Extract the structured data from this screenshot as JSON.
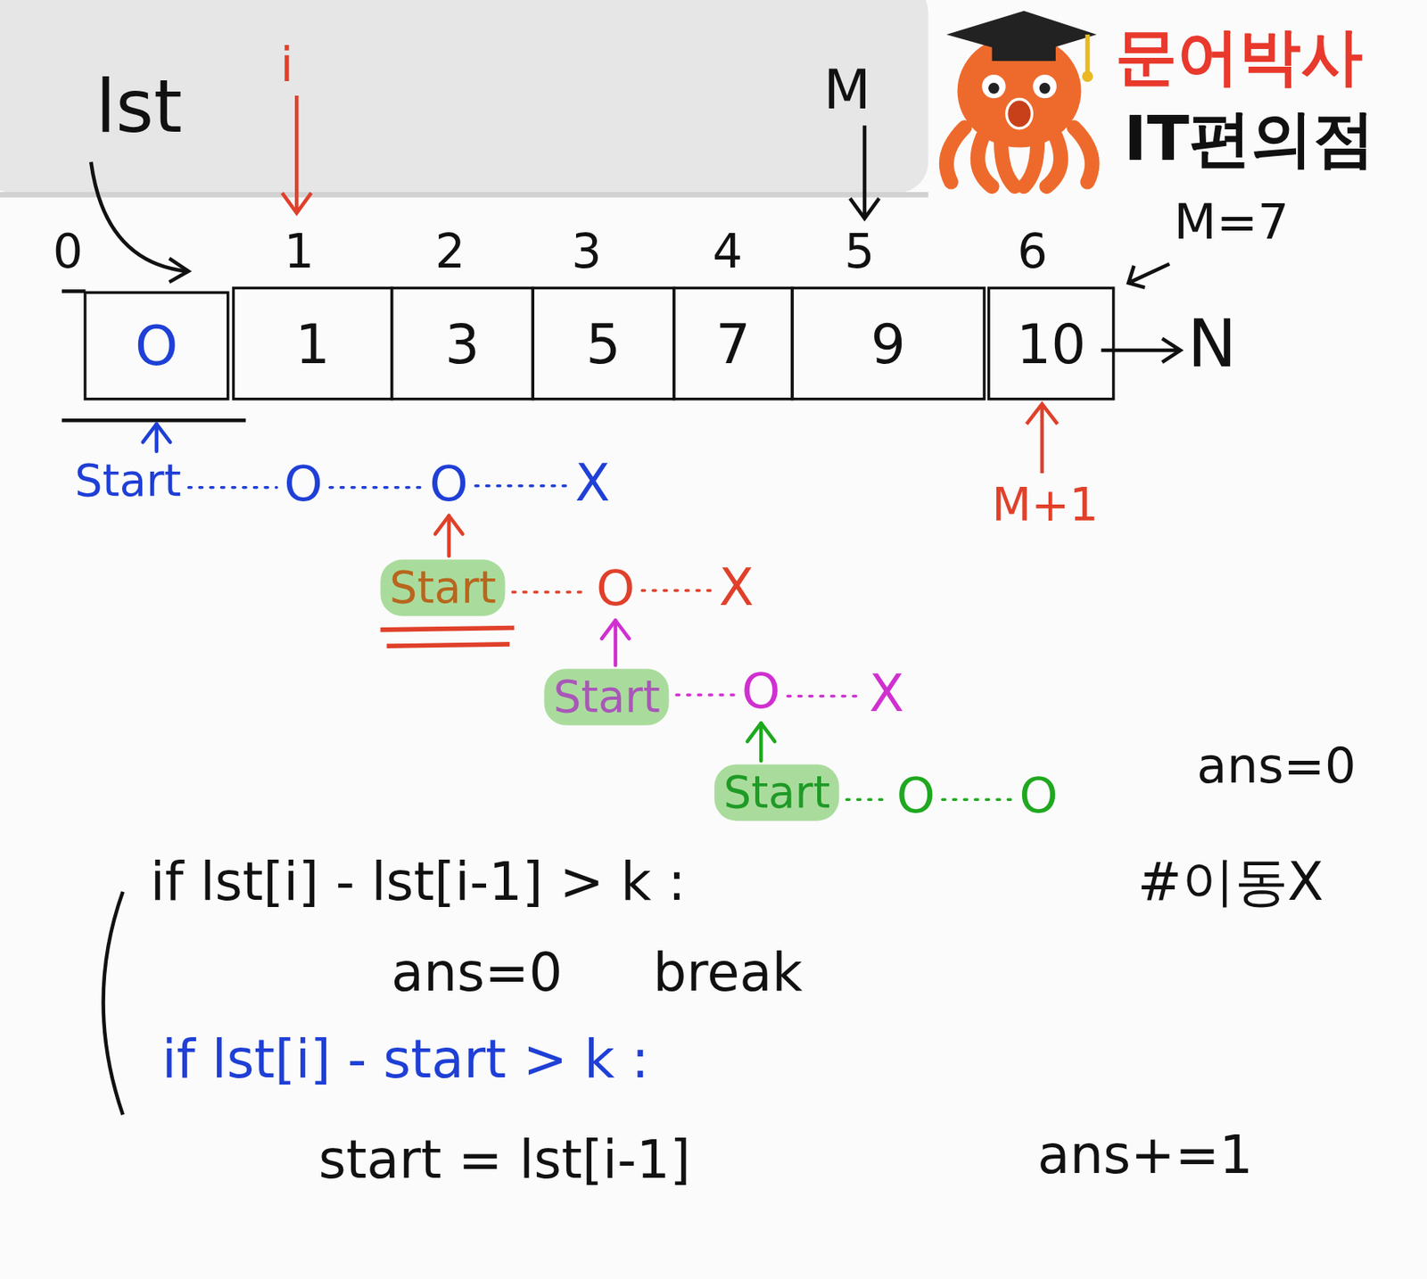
{
  "diagram": {
    "nodes": [
      {
        "text": [
          "O"
        ]
      },
      {
        "text": [
          "1"
        ]
      },
      {
        "text": [
          "3"
        ]
      },
      {
        "text": [
          "5"
        ]
      },
      {
        "text": [
          "7"
        ]
      },
      {
        "text": [
          "9"
        ]
      },
      {
        "text": [
          "10"
        ]
      }
    ],
    "labels": [
      "lst",
      "i",
      "M",
      "0",
      "1",
      "2",
      "3",
      "4",
      "5",
      "6",
      "M=7",
      "N",
      "M+1",
      "Start",
      "O",
      "O",
      "X",
      "Start",
      "O",
      "X",
      "Start",
      "O",
      "X",
      "Start",
      "O",
      "O",
      "ans=0",
      "if lst[i] - lst[i-1] > k :",
      "#이동X",
      "ans=0 break",
      "if lst[i] - start > k :",
      "start = lst[i-1]",
      "ans+=1",
      "문어박사",
      "IT편의점"
    ]
  }
}
